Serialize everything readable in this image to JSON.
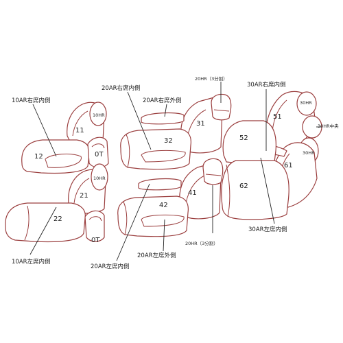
{
  "callouts": {
    "ar10_right_inner": "10AR右席内側",
    "ar10_left_inner": "10AR左席内側",
    "ar20_right_inner": "20AR右席内側",
    "ar20_right_outer": "20AR右席外側",
    "ar20_left_outer": "20AR左席外側",
    "ar20_left_inner": "20AR左席内側",
    "hr20_top": "20HR（3分割）",
    "hr20_bottom": "20HR（3分割）",
    "ar30_right_inner": "30AR右席内側",
    "ar30_left_inner": "30AR左席内側",
    "hr30_center": "30HR中央"
  },
  "parts": {
    "p11": "11",
    "p12": "12",
    "p21": "21",
    "p22": "22",
    "p31": "31",
    "p32": "32",
    "p41": "41",
    "p42": "42",
    "p51": "51",
    "p52": "52",
    "p61": "61",
    "p62": "62",
    "hr10_top": "10HR",
    "hr10_bottom": "10HR",
    "hr30_top": "30HR",
    "hr30_bottom": "30HR",
    "ot_top": "0T",
    "ot_bottom": "0T"
  },
  "colors": {
    "outline": "#9a3d3d",
    "text": "#222222"
  }
}
